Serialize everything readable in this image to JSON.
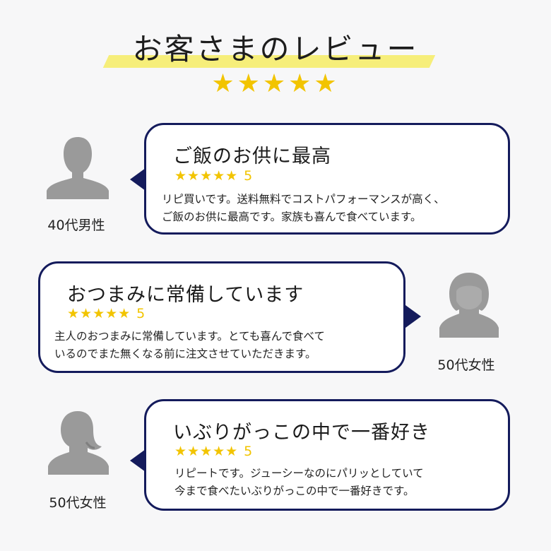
{
  "header": {
    "title": "お客さまのレビュー",
    "stars": "★★★★★"
  },
  "reviews": [
    {
      "reviewer": "40代男性",
      "avatar_icon": "male-silhouette-icon",
      "title": "ご飯のお供に最高",
      "stars": "★★★★★",
      "score": "5",
      "body_line1": "リピ買いです。送料無料でコストパフォーマンスが高く、",
      "body_line2": "ご飯のお供に最高です。家族も喜んで食べています。"
    },
    {
      "reviewer": "50代女性",
      "avatar_icon": "female-short-hair-silhouette-icon",
      "title": "おつまみに常備しています",
      "stars": "★★★★★",
      "score": "5",
      "body_line1": "主人のおつまみに常備しています。とても喜んで食べて",
      "body_line2": "いるのでまた無くなる前に注文させていただきます。"
    },
    {
      "reviewer": "50代女性",
      "avatar_icon": "female-ponytail-silhouette-icon",
      "title": "いぶりがっこの中で一番好き",
      "stars": "★★★★★",
      "score": "5",
      "body_line1": "リピートです。ジューシーなのにパリッとしていて",
      "body_line2": "今まで食べたいぶりがっこの中で一番好きです。"
    }
  ],
  "colors": {
    "accent_star": "#f2c400",
    "card_border": "#141b5c",
    "title_marker": "#f6ee7a",
    "avatar_gray": "#9a9a9a"
  }
}
